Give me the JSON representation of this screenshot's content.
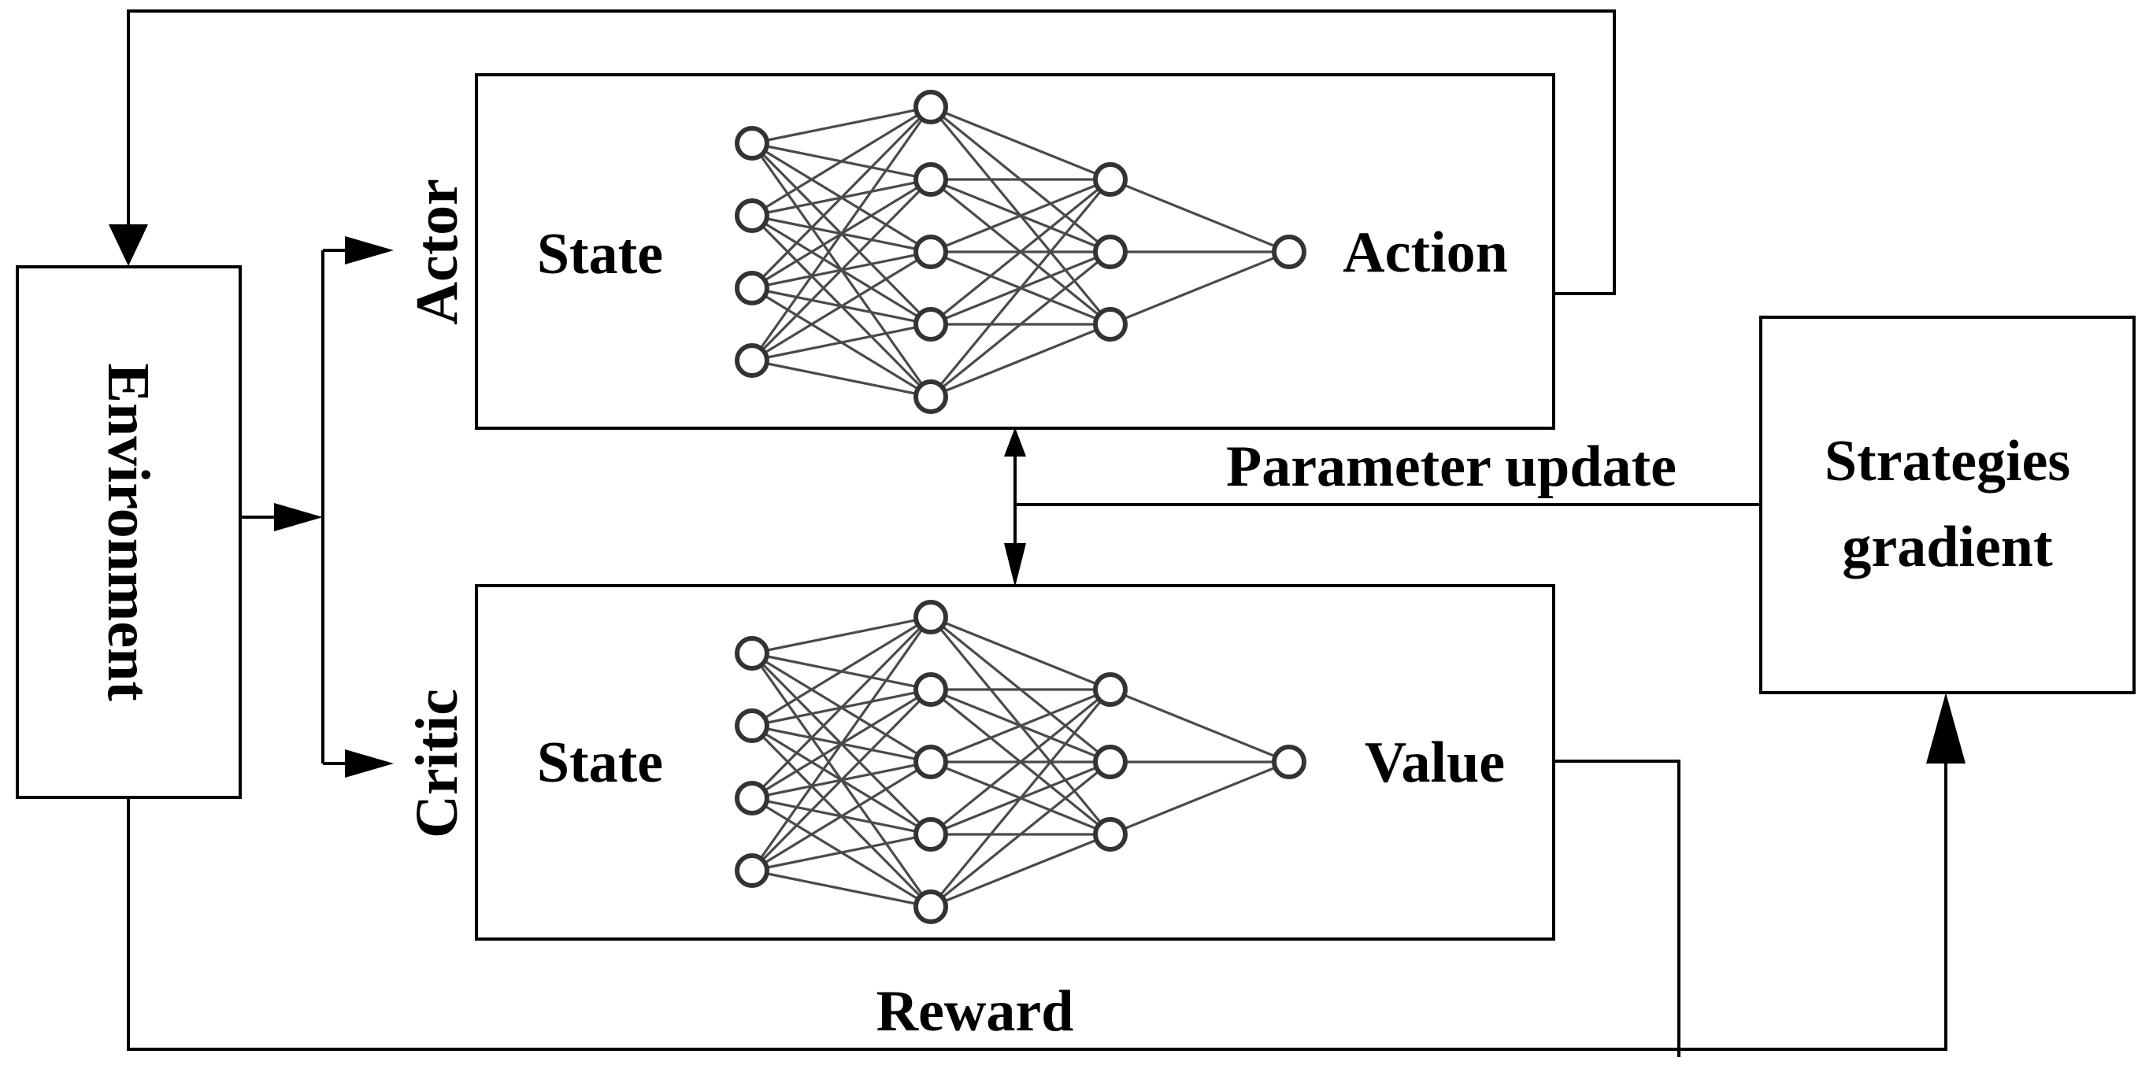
{
  "diagram": {
    "environment": {
      "label": "Environment"
    },
    "actor": {
      "side_label": "Actor",
      "input_label": "State",
      "output_label": "Action",
      "layers": [
        4,
        5,
        3,
        1
      ]
    },
    "critic": {
      "side_label": "Critic",
      "input_label": "State",
      "output_label": "Value",
      "layers": [
        4,
        5,
        3,
        1
      ]
    },
    "strategies": {
      "line1": "Strategies",
      "line2": "gradient"
    },
    "labels": {
      "parameter_update": "Parameter update",
      "reward": "Reward"
    }
  }
}
